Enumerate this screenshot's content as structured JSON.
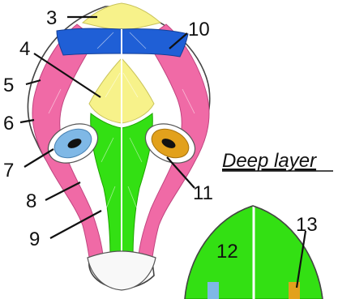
{
  "title": "Deep layer",
  "labels": [
    {
      "id": "l3",
      "text": "3"
    },
    {
      "id": "l4",
      "text": "4"
    },
    {
      "id": "l5",
      "text": "5"
    },
    {
      "id": "l6",
      "text": "6"
    },
    {
      "id": "l7",
      "text": "7"
    },
    {
      "id": "l8",
      "text": "8"
    },
    {
      "id": "l9",
      "text": "9"
    },
    {
      "id": "l10",
      "text": "10"
    },
    {
      "id": "l11",
      "text": "11"
    },
    {
      "id": "l12",
      "text": "12"
    },
    {
      "id": "l13",
      "text": "13"
    }
  ],
  "colors": {
    "yellow": "#f7f28a",
    "blue": "#1f5fd6",
    "pink": "#f06aa6",
    "green": "#33e013",
    "light_blue": "#7fb8e6",
    "orange": "#e2a11c"
  }
}
